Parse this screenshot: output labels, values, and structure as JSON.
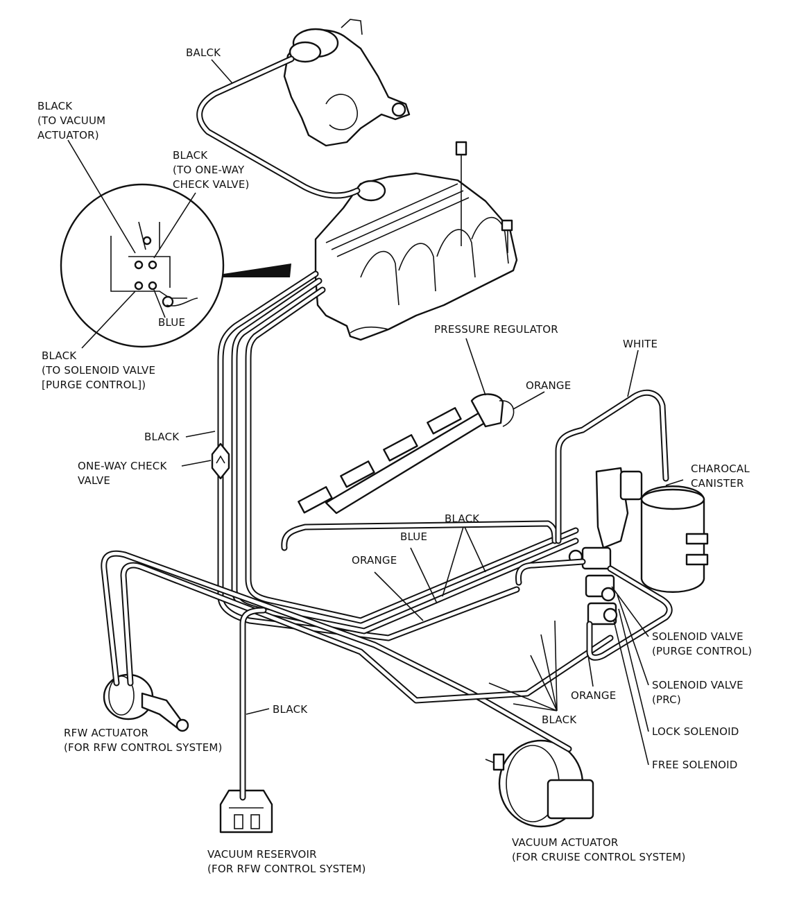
{
  "labels": {
    "balck": "BALCK",
    "black_vacuum_actuator": [
      "BLACK",
      "(TO VACUUM",
      "ACTUATOR)"
    ],
    "black_check_valve": [
      "BLACK",
      "(TO ONE-WAY",
      "CHECK VALVE)"
    ],
    "blue_inset": "BLUE",
    "black_solenoid_purge": [
      "BLACK",
      "(TO SOLENOID VALVE",
      "[PURGE CONTROL])"
    ],
    "pressure_regulator": "PRESSURE REGULATOR",
    "white": "WHITE",
    "orange_top": "ORANGE",
    "black_left": "BLACK",
    "one_way_check_valve": [
      "ONE-WAY CHECK",
      "VALVE"
    ],
    "charcoal_canister": [
      "CHAROCAL",
      "CANISTER"
    ],
    "black_mid": "BLACK",
    "blue_mid": "BLUE",
    "orange_mid": "ORANGE",
    "solenoid_purge": [
      "SOLENOID VALVE",
      "(PURGE CONTROL)"
    ],
    "solenoid_prc": [
      "SOLENOID VALVE",
      "(PRC)"
    ],
    "orange_low": "ORANGE",
    "black_reservoir_line": "BLACK",
    "black_bottom": "BLACK",
    "lock_solenoid": "LOCK SOLENOID",
    "free_solenoid": "FREE SOLENOID",
    "rfw_actuator": [
      "RFW ACTUATOR",
      "(FOR RFW CONTROL SYSTEM)"
    ],
    "vacuum_reservoir": [
      "VACUUM RESERVOIR",
      "(FOR RFW CONTROL SYSTEM)"
    ],
    "vacuum_actuator": [
      "VACUUM ACTUATOR",
      "(FOR CRUISE CONTROL SYSTEM)"
    ]
  }
}
